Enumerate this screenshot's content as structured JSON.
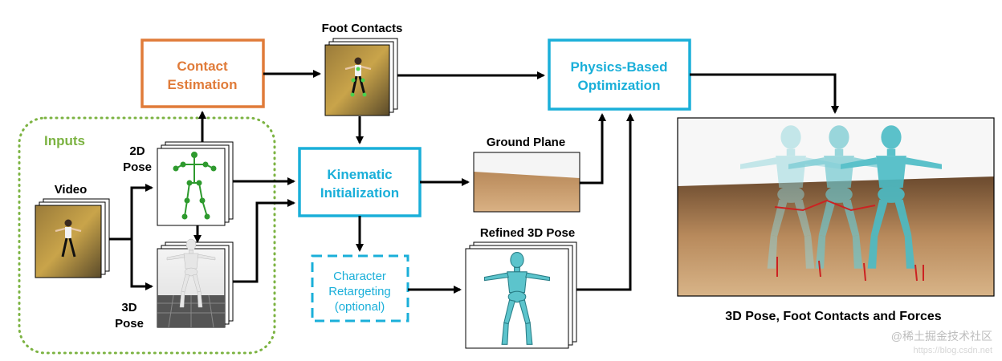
{
  "colors": {
    "orange": "#E07B39",
    "cyan": "#1AAFD9",
    "green": "#7CB342",
    "skeleton": "#2E9A2E",
    "mannequin": "#5CC4CC",
    "arrow": "#000000"
  },
  "inputs": {
    "title": "Inputs",
    "video_label": "Video",
    "pose2d_label_line1": "2D",
    "pose2d_label_line2": "Pose",
    "pose3d_label_line1": "3D",
    "pose3d_label_line2": "Pose"
  },
  "contact_estimation": {
    "line1": "Contact",
    "line2": "Estimation"
  },
  "foot_contacts": {
    "label": "Foot Contacts"
  },
  "kinematic_init": {
    "line1": "Kinematic",
    "line2": "Initialization"
  },
  "ground_plane": {
    "label": "Ground Plane"
  },
  "retargeting": {
    "line1": "Character",
    "line2": "Retargeting",
    "line3": "(optional)"
  },
  "refined_pose": {
    "label": "Refined 3D Pose"
  },
  "physics_opt": {
    "line1": "Physics-Based",
    "line2": "Optimization"
  },
  "output": {
    "caption": "3D Pose, Foot Contacts and Forces"
  },
  "watermark": {
    "text": "@稀土掘金技术社区",
    "url_text": "https://blog.csdn.net"
  },
  "icons": [
    "person-photo-icon",
    "skeleton-icon",
    "mannequin-icon",
    "arrow-icon"
  ]
}
